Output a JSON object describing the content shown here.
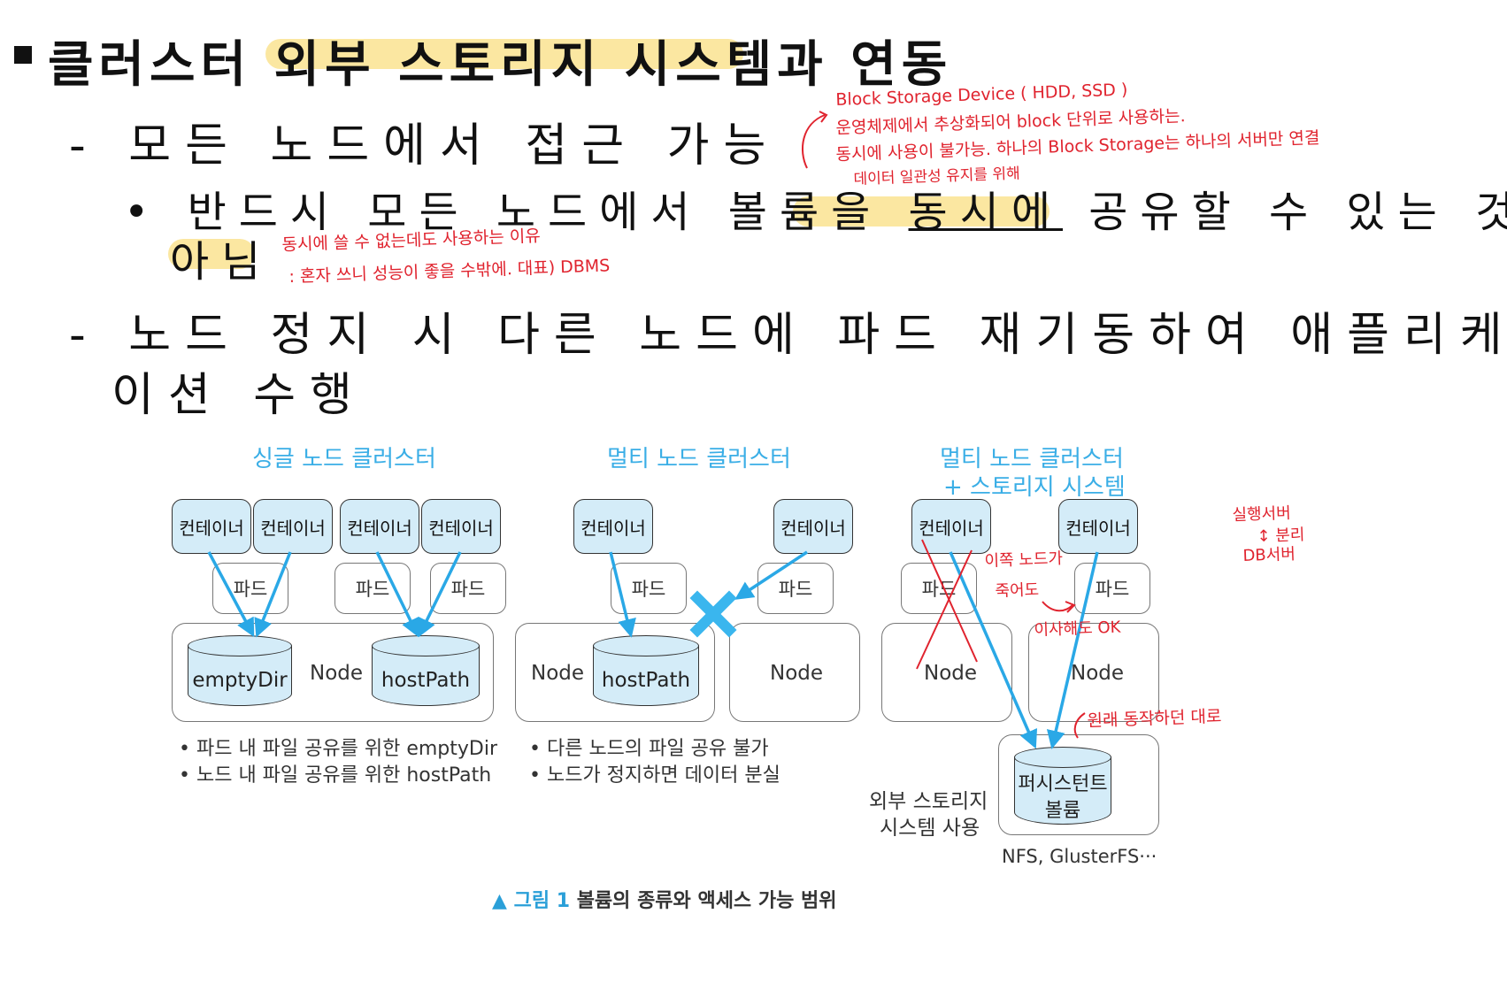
{
  "slide": {
    "title": "클러스터 외부 스토리지 시스템과 연동",
    "line1": "- 모든 노드에서 접근 가능",
    "line2_a": "• 반드시 모든 노드에서 볼륨을 ",
    "line2_u": "동시에",
    "line2_b": " 공유할 수 있는 것은",
    "line2_c": "아님",
    "line3": "- 노드 정지 시 다른 노드에 파드 재기동하여 애플리케",
    "line3b": "이션 수행"
  },
  "handnotes": {
    "block1": "Block Storage Device ( HDD, SSD )",
    "block2": "운영체제에서 추상화되어 block 단위로 사용하는.",
    "block3": "동시에 사용이 불가능. 하나의 Block Storage는 하나의 서버만 연결",
    "block4": "데이터 일관성 유지를 위해",
    "why1": "동시에 쓸 수 없는데도 사용하는 이유",
    "why2": ": 혼자 쓰니 성능이 좋을 수밖에. 대표) DBMS",
    "sep1": "실행서버",
    "sep2": "↕ 분리",
    "sep3": "DB서버",
    "move1": "이쪽 노드가",
    "move2": "죽어도",
    "move3": "이사해도 OK",
    "orig": "원래 동작하던 대로"
  },
  "diagram": {
    "titles": [
      "싱글 노드 클러스터",
      "멀티 노드 클러스터",
      "멀티 노드 클러스터",
      "+ 스토리지 시스템"
    ],
    "container": "컨테이너",
    "pod": "파드",
    "node": "Node",
    "emptydir": "emptyDir",
    "hostpath": "hostPath",
    "pv1": "퍼시스턴트",
    "pv2": "볼륨",
    "ext1": "외부 스토리지",
    "ext2": "시스템 사용",
    "nfs": "NFS, GlusterFS···",
    "notes1": [
      "• 파드 내 파일 공유를 위한 emptyDir",
      "• 노드 내 파일 공유를 위한 hostPath"
    ],
    "notes2": [
      "• 다른 노드의 파일 공유 불가",
      "• 노드가 정지하면 데이터 분실"
    ],
    "caption_label": "▲ 그림 1",
    "caption_text": " 볼륨의 종류와 액세스 가능 범위"
  },
  "colors": {
    "accent": "#3aaee6",
    "highlight": "#fbe7a1",
    "handwriting": "#e0232e",
    "fill": "#d4ecf8"
  }
}
